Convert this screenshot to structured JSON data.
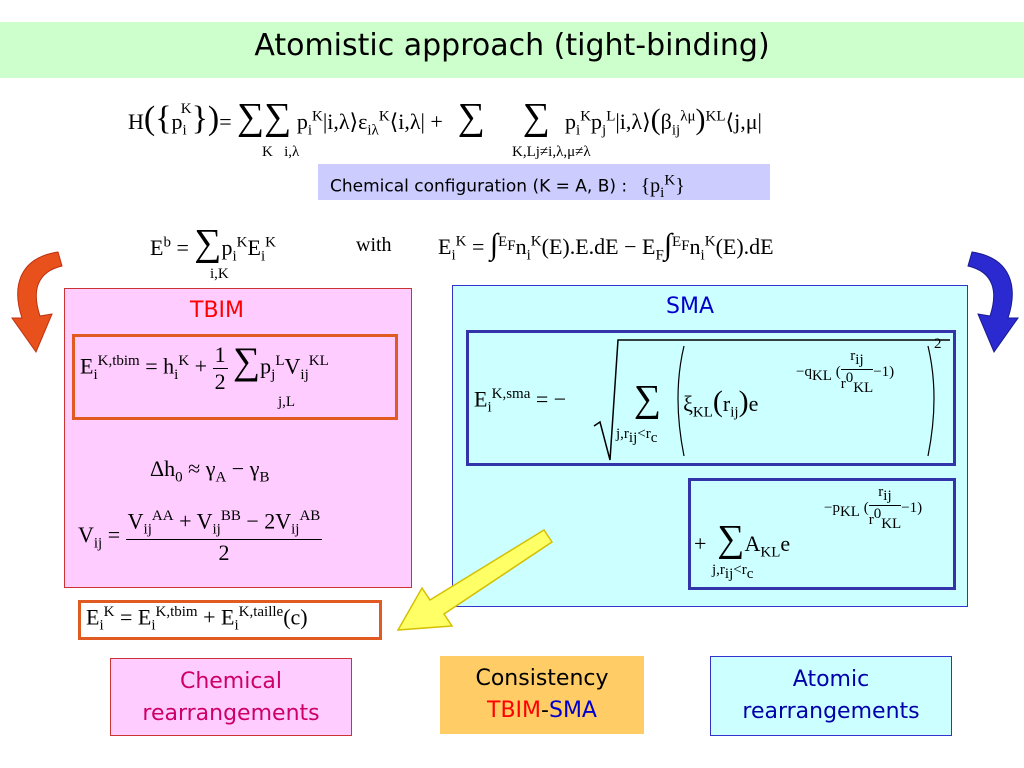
{
  "title": "Atomistic approach (tight-binding)",
  "config_label": "Chemical configuration (K = A, B) :",
  "with_label": "with",
  "tbim": {
    "label": "TBIM",
    "color": "#ff0000"
  },
  "sma": {
    "label": "SMA",
    "color": "#0000cc"
  },
  "bottom": {
    "chemical": [
      "Chemical",
      "rearrangements"
    ],
    "consistency": "Consistency",
    "consistency_tbim": "TBIM",
    "consistency_dash": "-",
    "consistency_sma": "SMA",
    "atomic": [
      "Atomic",
      "rearrangements"
    ]
  },
  "colors": {
    "title_bg": "#ccffcc",
    "config_bg": "#ccccff",
    "tbim_bg": "#ffccff",
    "sma_bg": "#ccffff",
    "consistency_bg": "#ffcc66",
    "frame_red": "#e05a22",
    "frame_blue": "#3333aa",
    "arrow_left": "#e8501c",
    "arrow_right": "#2a2ad0",
    "arrow_yellow": "#ffff66"
  },
  "icons": [
    "curved-arrow-left-icon",
    "curved-arrow-right-icon",
    "yellow-arrow-icon"
  ]
}
